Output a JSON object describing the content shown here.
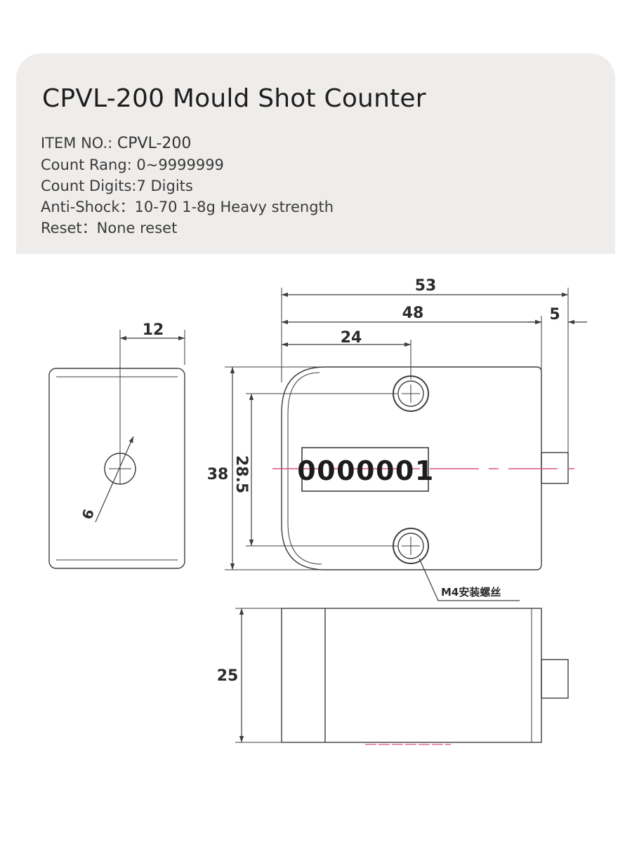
{
  "title": "CPVL-200 Mould Shot Counter",
  "specs": {
    "item_label": "ITEM NO.: ",
    "item_value": "CPVL-200",
    "count_range": "Count Rang: 0~9999999",
    "count_digits": "Count Digits:7 Digits",
    "anti_shock": "Anti-Shock：10-70 1-8g Heavy strength",
    "reset": "Reset：None reset"
  },
  "drawing": {
    "dim_total_width": "53",
    "dim_body_width": "48",
    "dim_shaft": "5",
    "dim_hole_offset": "24",
    "dim_side_width": "12",
    "dim_height": "38",
    "dim_hole_spacing": "28.5",
    "dim_hole_dia": "6",
    "dim_depth": "25",
    "counter_display": "0000001",
    "screw_note": "M4安装螺丝"
  },
  "colors": {
    "panel_bg": "#efedeb",
    "line": "#3d3d3d",
    "centerline": "#d9557a"
  }
}
